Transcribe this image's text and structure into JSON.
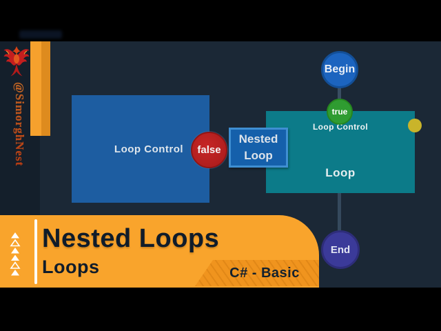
{
  "channel": {
    "handle": "@SimorghNest"
  },
  "flowchart": {
    "begin_label": "Begin",
    "true_label": "true",
    "inner_condition_label": "Loop Control",
    "inner_loop_label": "Loop",
    "outer_condition_label": "Loop Control",
    "false_label": "false",
    "nested_loop_label": "Nested Loop",
    "end_label": "End"
  },
  "banner": {
    "title": "Nested Loops",
    "subtitle": "Loops",
    "badge": "C# - Basic"
  },
  "colors": {
    "background": "#1b2836",
    "sidebar": "#141f2b",
    "banner_orange": "#f9a42c",
    "badge_orange": "#f0941e",
    "outer_box_blue": "#1d5da1",
    "inner_box_teal": "#0c7b89",
    "begin_blue": "#1c64bf",
    "true_green": "#2f9c31",
    "false_red": "#b21d1d",
    "end_indigo": "#3b3a99",
    "bullet_yellow": "#c9b42a",
    "accent_orange_bar": "#f6a12d"
  }
}
